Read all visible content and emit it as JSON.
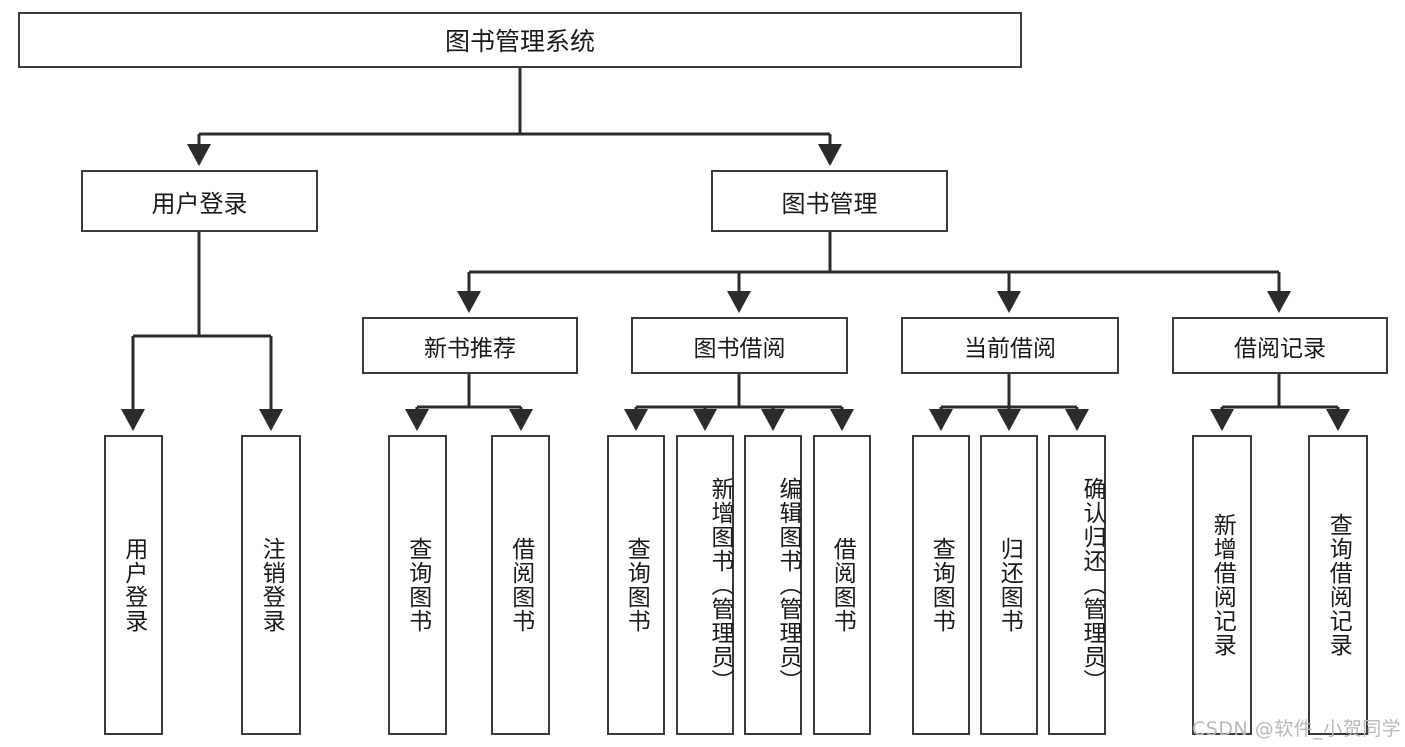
{
  "diagram": {
    "title": "图书管理系统",
    "watermark": "CSDN @软件_小贺同学",
    "colors": {
      "box_border": "#3a3a3a",
      "line": "#2b2b2b",
      "text": "#1a1a1a",
      "background": "#ffffff",
      "watermark": "#b9b9b9"
    },
    "root": {
      "label": "图书管理系统"
    },
    "level2": [
      {
        "label": "用户登录"
      },
      {
        "label": "图书管理"
      }
    ],
    "level3": [
      {
        "label": "新书推荐"
      },
      {
        "label": "图书借阅"
      },
      {
        "label": "当前借阅"
      },
      {
        "label": "借阅记录"
      }
    ],
    "leaves": {
      "user_login": [
        {
          "label": "用户登录"
        },
        {
          "label": "注销登录"
        }
      ],
      "new_book": [
        {
          "label": "查询图书"
        },
        {
          "label": "借阅图书"
        }
      ],
      "book_borrow": [
        {
          "label": "查询图书"
        },
        {
          "label": "新增图书（管理员）"
        },
        {
          "label": "编辑图书（管理员）"
        },
        {
          "label": "借阅图书"
        }
      ],
      "current_borrow": [
        {
          "label": "查询图书"
        },
        {
          "label": "归还图书"
        },
        {
          "label": "确认归还（管理员）"
        }
      ],
      "borrow_record": [
        {
          "label": "新增借阅记录"
        },
        {
          "label": "查询借阅记录"
        }
      ]
    }
  }
}
